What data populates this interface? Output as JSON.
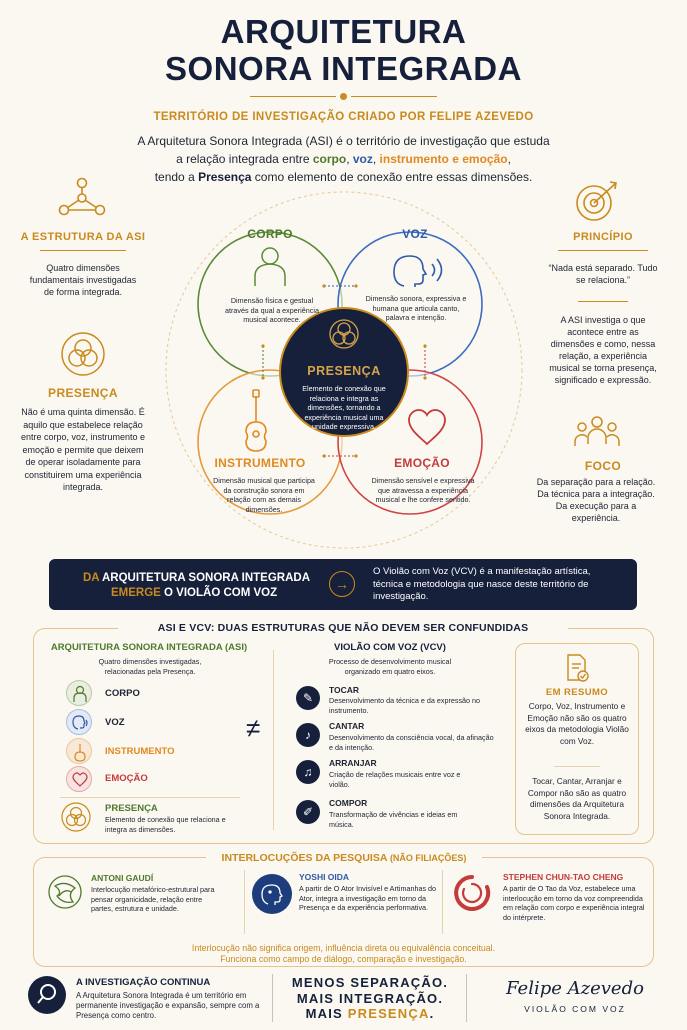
{
  "title": {
    "line1": "ARQUITETURA",
    "line2": "SONORA INTEGRADA"
  },
  "subtitle": "TERRITÓRIO DE INVESTIGAÇÃO CRIADO POR FELIPE AZEVEDO",
  "intro": {
    "l1": "A Arquitetura Sonora Integrada (ASI) é o território de investigação que estuda",
    "l2a": "a relação integrada entre ",
    "corpo": "corpo",
    "c1": ", ",
    "voz": "voz",
    "c2": ", ",
    "instrumento": "instrumento e emoção",
    "c3": ",",
    "l3a": "tendo a ",
    "presenca": "Presença",
    "l3b": " como elemento de conexão entre essas dimensões."
  },
  "left": {
    "estrutura_title": "A ESTRUTURA DA ASI",
    "estrutura_text": "Quatro dimensões fundamentais investigadas de forma integrada.",
    "presenca_title": "PRESENÇA",
    "presenca_text": "Não é uma quinta dimensão. É aquilo que estabelece relação entre corpo, voz, instrumento e emoção e permite que deixem de operar isoladamente para constituirem uma experiência integrada."
  },
  "right": {
    "principio_title": "PRINCÍPIO",
    "principio_quote": "“Nada está separado. Tudo se relaciona.”",
    "principio_text": "A ASI investiga o que acontece entre as dimensões e como, nessa relação, a experiência musical se torna presença, significado e expressão.",
    "foco_title": "FOCO",
    "foco_text": "Da separação para a relação. Da técnica para a integração. Da execução para a experiência."
  },
  "circles": {
    "corpo_title": "CORPO",
    "corpo_text": "Dimensão física e gestual através da qual a experiência musical acontece.",
    "voz_title": "VOZ",
    "voz_text": "Dimensão sonora, expressiva e humana que articula canto, palavra e intenção.",
    "presenca_title": "PRESENÇA",
    "presenca_text": "Elemento de conexão que relaciona e integra as dimensões, tornando a experiência musical uma unidade expressiva.",
    "instrumento_title": "INSTRUMENTO",
    "instrumento_text": "Dimensão musical que participa da construção sonora em relação com as demais dimensões.",
    "emocao_title": "EMOÇÃO",
    "emocao_text": "Dimensão sensível e expressiva que atravessa a experiência musical e lhe confere sentido."
  },
  "banner": {
    "da": "DA",
    "l1": " ARQUITETURA SONORA INTEGRADA",
    "emerge": "EMERGE",
    "l2": " O VIOLÃO COM VOZ",
    "right_text": "O Violão com Voz (VCV) é a manifestação artística, técnica e metodologia que nasce deste território de investigação."
  },
  "compare": {
    "title": "ASI E VCV: DUAS ESTRUTURAS QUE NÃO DEVEM SER CONFUNDIDAS",
    "asi_title": "ARQUITETURA SONORA INTEGRADA (ASI)",
    "asi_sub": "Quatro dimensões investigadas, relacionadas pela Presença.",
    "asi_items": [
      "CORPO",
      "VOZ",
      "INSTRUMENTO",
      "EMOÇÃO"
    ],
    "asi_presenca": "PRESENÇA",
    "asi_presenca_text": "Elemento de conexão que relaciona e integra as dimensões.",
    "neq": "≠",
    "vcv_title": "VIOLÃO COM VOZ (VCV)",
    "vcv_sub": "Processo de desenvolvimento musical organizado em quatro eixos.",
    "vcv_items": [
      {
        "t": "TOCAR",
        "d": "Desenvolvimento da técnica e da expressão no instrumento."
      },
      {
        "t": "CANTAR",
        "d": "Desenvolvimento da consciência vocal, da afinação e da intenção."
      },
      {
        "t": "ARRANJAR",
        "d": "Criação de relações musicais entre voz e violão."
      },
      {
        "t": "COMPOR",
        "d": "Transformação de vivências e ideias em música."
      }
    ],
    "resumo_title": "EM RESUMO",
    "resumo_text1": "Corpo, Voz, Instrumento e Emoção não são os quatro eixos da metodologia Violão com Voz.",
    "resumo_text2": "Tocar, Cantar, Arranjar e Compor não são as quatro dimensões da Arquitetura Sonora Integrada."
  },
  "interloc": {
    "title": "INTERLOCUÇÕES DA PESQUISA",
    "title_note": " (NÃO FILIAÇÕES)",
    "gaudi_name": "ANTONI GAUDÍ",
    "gaudi_text": "Interlocução metafórico-estrutural para pensar organicidade, relação entre partes, estrutura e unidade.",
    "oida_name": "YOSHI OIDA",
    "oida_text": "A partir de O Ator Invisível e Artimanhas do Ator, integra a investigação em torno da Presença e da experiência performativa.",
    "cheng_name": "STEPHEN CHUN-TAO CHENG",
    "cheng_text": "A partir de O Tao da Voz, estabelece uma interlocução em torno da voz compreendida em relação com corpo e experiência integral do intérprete.",
    "note1": "Interlocução não significa origem, influência direta ou equivalência conceitual.",
    "note2": "Funciona como campo de diálogo, comparação e investigação."
  },
  "footer": {
    "inv_title": "A INVESTIGAÇÃO CONTINUA",
    "inv_text": "A Arquitetura Sonora Integrada é um território em permanente investigação e expansão, sempre com a Presença como centro.",
    "m1": "MENOS SEPARAÇÃO.",
    "m2": "MAIS INTEGRAÇÃO.",
    "m3a": "MAIS ",
    "m3b": "PRESENÇA",
    "m3c": ".",
    "signature": "Felipe Azevedo",
    "sig_sub": "VIOLÃO COM VOZ"
  },
  "colors": {
    "navy": "#16203b",
    "gold": "#c98a1e",
    "green": "#4e7a2c",
    "blue": "#2e5aa8",
    "orange": "#e08a22",
    "red": "#c43b3b"
  }
}
